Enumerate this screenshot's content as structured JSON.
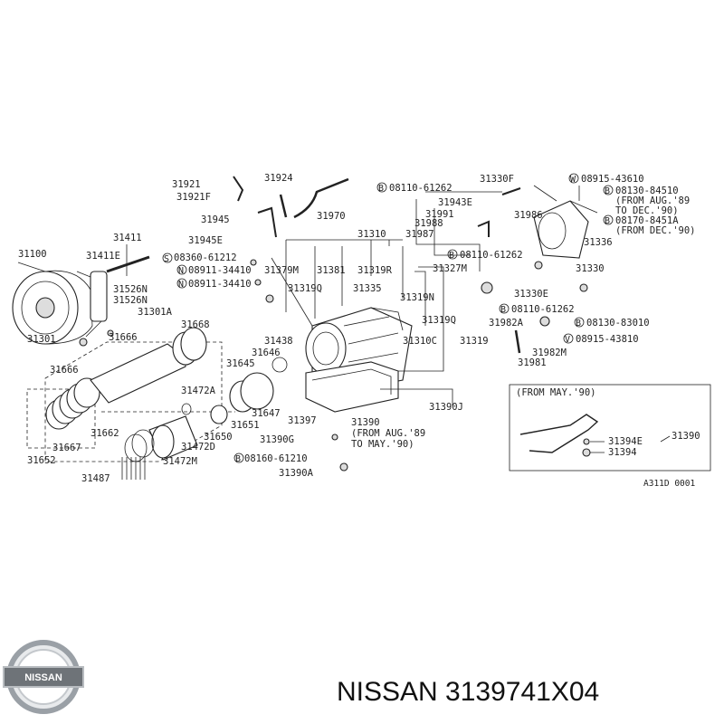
{
  "labels": [
    "31921",
    "31921F",
    "31924",
    "31945",
    "31945E",
    "31970",
    "31411",
    "31411E",
    "31100",
    "31526N",
    "31526N",
    "31301A",
    "31301",
    "08360-61212",
    "08911-34410",
    "08911-34410",
    "31379M",
    "31381",
    "31319R",
    "31310",
    "31319Q",
    "31335",
    "31319N",
    "31319Q",
    "31668",
    "31666",
    "31666",
    "31438",
    "31646",
    "31645",
    "31647",
    "31651",
    "31472A",
    "31472D",
    "31472M",
    "31650",
    "31662",
    "31667",
    "31652",
    "31487",
    "31310C",
    "31319",
    "31397",
    "31390",
    "(FROM AUG.'89",
    "TO MAY.'90)",
    "31390G",
    "08160-61210",
    "31390A",
    "31390J",
    "08110-61262",
    "31943E",
    "31991",
    "31988",
    "31987",
    "31330F",
    "31986",
    "08110-61262",
    "31327M",
    "31330E",
    "08110-61262",
    "31982A",
    "31982M",
    "31981",
    "08915-43610",
    "08130-84510",
    "(FROM AUG.'89",
    "TO DEC.'90)",
    "08170-8451A",
    "(FROM DEC.'90)",
    "31336",
    "31330",
    "08130-83010",
    "08915-43810"
  ],
  "inset": {
    "title": "(FROM MAY.'90)",
    "labels": [
      "31394E",
      "31390",
      "31394"
    ]
  },
  "diagram_code": "A311D 0001",
  "brand": {
    "name": "NISSAN",
    "color": "#ffffff",
    "ring_color": "#9aa0a6"
  },
  "caption": "NISSAN 3139741X04"
}
